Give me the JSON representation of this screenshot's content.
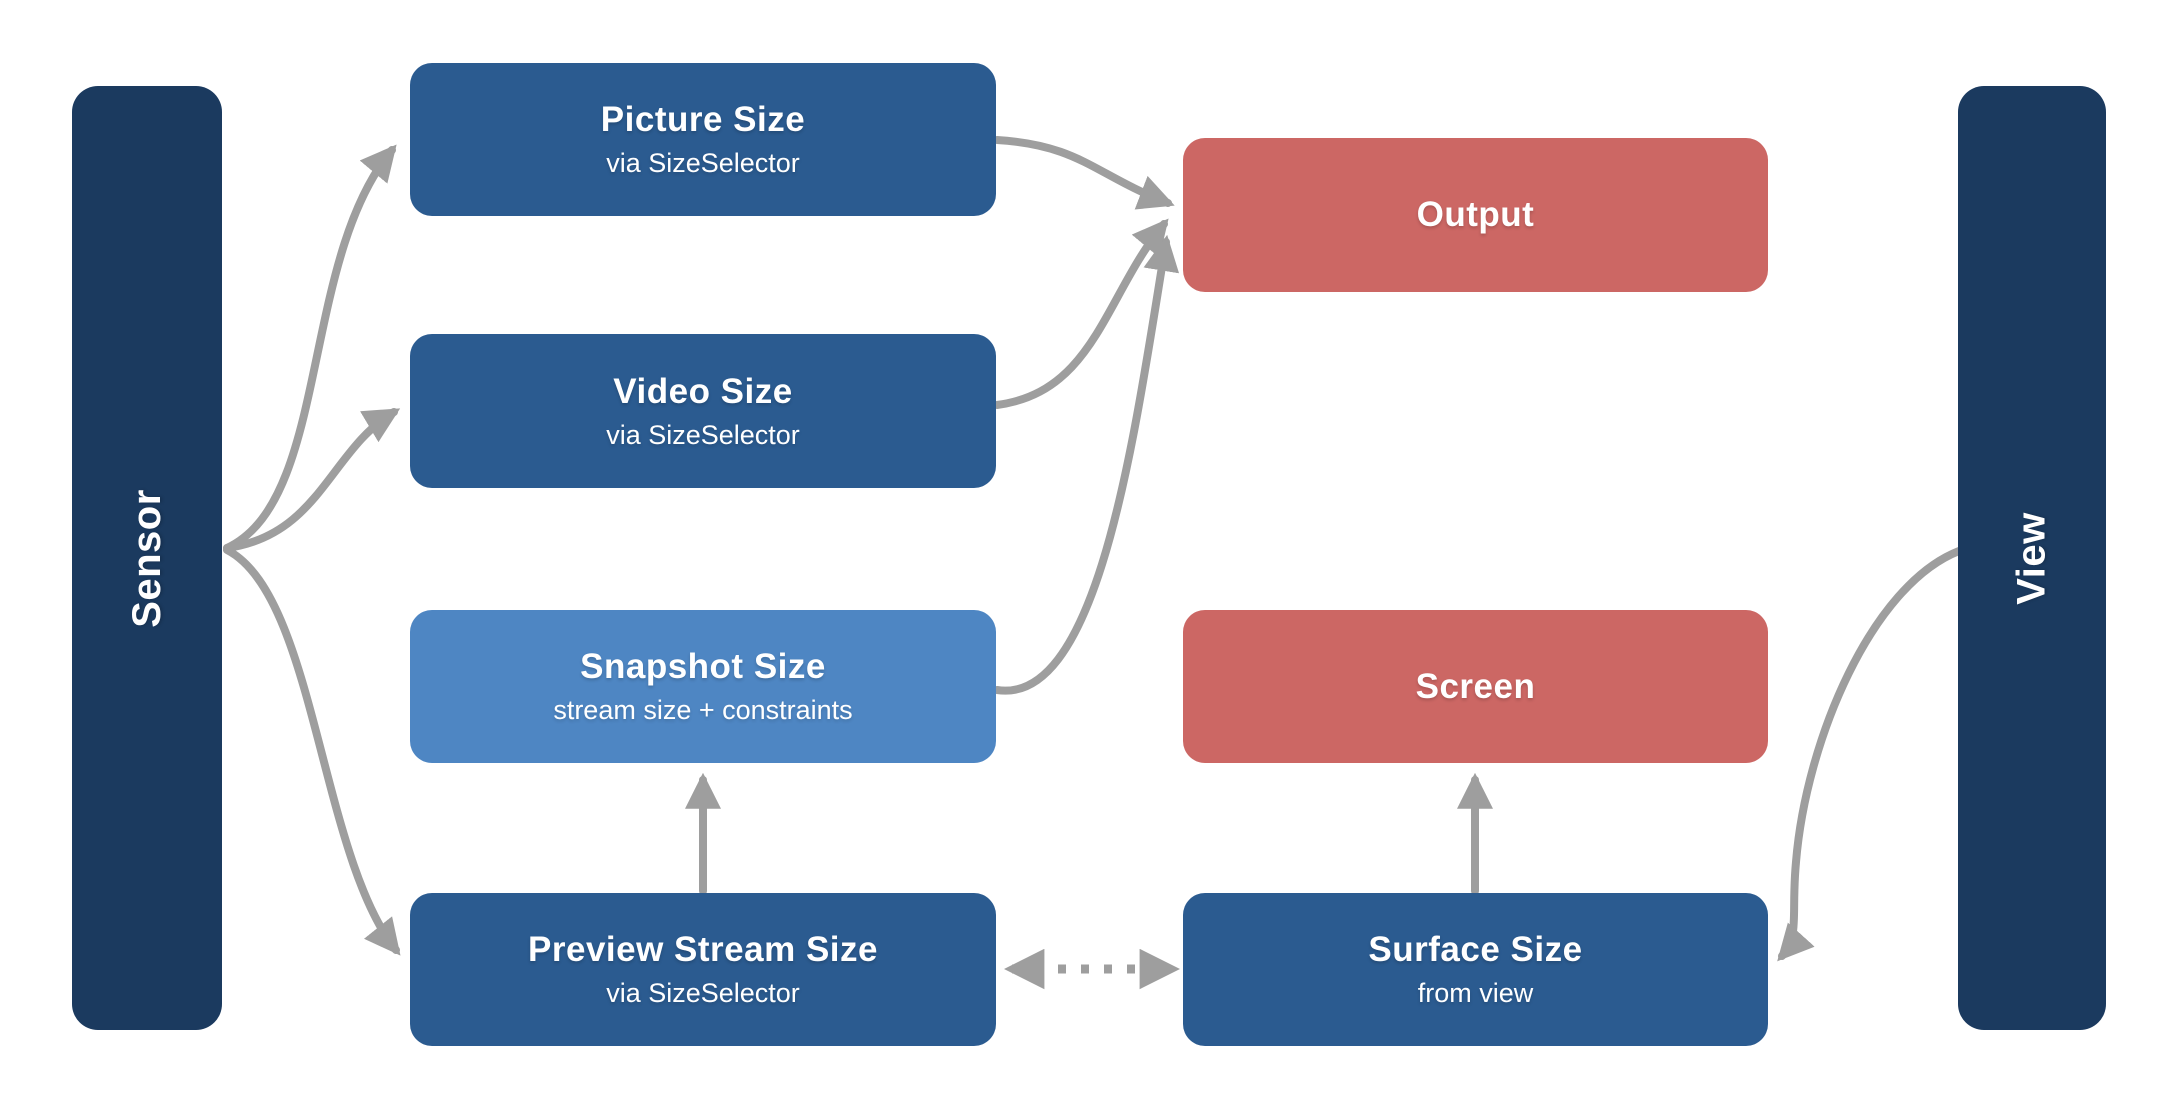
{
  "colors": {
    "navy": "#1b3a5f",
    "blue": "#2b5b90",
    "light_blue": "#4e86c3",
    "red": "#cc6764",
    "arrow": "#9e9e9e",
    "text": "#ffffff",
    "background": "#ffffff"
  },
  "sidebars": [
    {
      "label": "Sensor"
    },
    {
      "label": "View"
    }
  ],
  "nodes": [
    {
      "title": "Picture Size",
      "subtitle": "via SizeSelector",
      "color": "#2b5b90"
    },
    {
      "title": "Video Size",
      "subtitle": "via SizeSelector",
      "color": "#2b5b90"
    },
    {
      "title": "Snapshot Size",
      "subtitle": "stream size + constraints",
      "color": "#4e86c3"
    },
    {
      "title": "Preview Stream Size",
      "subtitle": "via SizeSelector",
      "color": "#2b5b90"
    },
    {
      "title": "Output",
      "subtitle": "",
      "color": "#cc6764"
    },
    {
      "title": "Screen",
      "subtitle": "",
      "color": "#cc6764"
    },
    {
      "title": "Surface Size",
      "subtitle": "from view",
      "color": "#2b5b90"
    }
  ],
  "edges": [
    {
      "from": "Sensor",
      "to": "Picture Size",
      "style": "solid",
      "arrow": "end"
    },
    {
      "from": "Sensor",
      "to": "Video Size",
      "style": "solid",
      "arrow": "end"
    },
    {
      "from": "Sensor",
      "to": "Preview Stream Size",
      "style": "solid",
      "arrow": "end"
    },
    {
      "from": "Picture Size",
      "to": "Output",
      "style": "solid",
      "arrow": "end"
    },
    {
      "from": "Video Size",
      "to": "Output",
      "style": "solid",
      "arrow": "end"
    },
    {
      "from": "Snapshot Size",
      "to": "Output",
      "style": "solid",
      "arrow": "end"
    },
    {
      "from": "Preview Stream Size",
      "to": "Snapshot Size",
      "style": "solid",
      "arrow": "end"
    },
    {
      "from": "Surface Size",
      "to": "Screen",
      "style": "solid",
      "arrow": "end"
    },
    {
      "from": "Preview Stream Size",
      "to": "Surface Size",
      "style": "dotted",
      "arrow": "both"
    },
    {
      "from": "View",
      "to": "Surface Size",
      "style": "solid",
      "arrow": "end"
    }
  ]
}
